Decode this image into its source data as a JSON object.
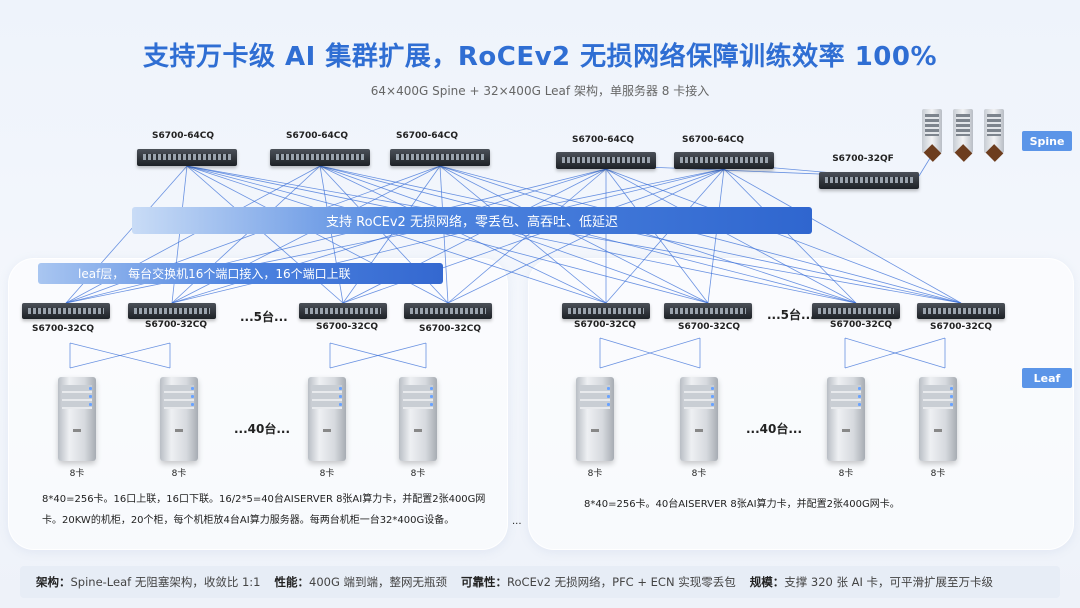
{
  "title": "支持万卡级 AI 集群扩展，RoCEv2 无损网络保障训练效率 100%",
  "subtitle": "64×400G Spine + 32×400G Leaf 架构，单服务器 8 卡接入",
  "tags": {
    "spine": "Spine",
    "leaf": "Leaf"
  },
  "spine_switches": [
    {
      "label": "S6700-64CQ"
    },
    {
      "label": "S6700-64CQ"
    },
    {
      "label": "S6700-64CQ"
    },
    {
      "label": "S6700-64CQ"
    },
    {
      "label": "S6700-64CQ"
    },
    {
      "label": "S6700-32QF"
    }
  ],
  "bands": {
    "rocev2": "支持 RoCEv2 无损网络，零丢包、高吞吐、低延迟",
    "leaf_layer": "leaf层， 每台交换机16个端口接入，16个端口上联"
  },
  "left_group": {
    "leaf_switches": [
      "S6700-32CQ",
      "S6700-32CQ",
      "S6700-32CQ",
      "S6700-32CQ"
    ],
    "leaf_ellipsis": "...5台...",
    "server_ellipsis": "...40台...",
    "cards": [
      "8卡",
      "8卡",
      "8卡",
      "8卡"
    ],
    "desc_line1": "8*40=256卡。16口上联，16口下联。16/2*5=40台AISERVER 8张AI算力卡，并配置2张400G网",
    "desc_line2": "卡。20KW的机柜，20个柜，每个机柜放4台AI算力服务器。每两台机柜一台32*400G设备。",
    "trailing": "..."
  },
  "right_group": {
    "leaf_switches": [
      "S6700-32CQ",
      "S6700-32CQ",
      "S6700-32CQ",
      "S6700-32CQ"
    ],
    "leaf_ellipsis": "...5台...",
    "server_ellipsis": "...40台...",
    "cards": [
      "8卡",
      "8卡",
      "8卡",
      "8卡"
    ],
    "desc": "8*40=256卡。40台AISERVER 8张AI算力卡，并配置2张400G网卡。"
  },
  "footer": {
    "arch_key": "架构：",
    "arch_val": "Spine-Leaf 无阻塞架构，收敛比 1:1",
    "perf_key": "性能：",
    "perf_val": "400G 端到端，整网无瓶颈",
    "rel_key": "可靠性：",
    "rel_val": "RoCEv2 无损网络，PFC + ECN 实现零丢包",
    "scale_key": "规模：",
    "scale_val": "支撑 320 张 AI 卡，可平滑扩展至万卡级"
  },
  "colors": {
    "title": "#2f6ed3",
    "link": "#3a6fd8",
    "band": "#2f66cf",
    "tag": "#5b95e8"
  }
}
